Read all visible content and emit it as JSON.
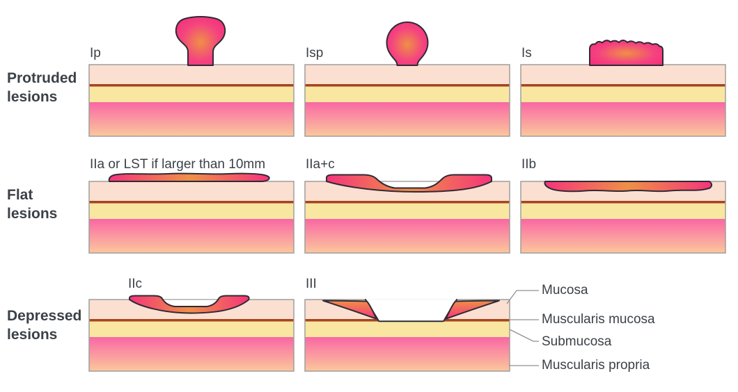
{
  "rows": [
    {
      "label": "Protruded lesions",
      "lines": [
        "Protruded",
        "lesions"
      ],
      "panels": [
        {
          "label": "Ip"
        },
        {
          "label": "Isp"
        },
        {
          "label": "Is"
        }
      ]
    },
    {
      "label": "Flat lesions",
      "lines": [
        "Flat",
        "lesions"
      ],
      "panels": [
        {
          "label": "IIa or LST if larger than 10mm"
        },
        {
          "label": "IIa+c"
        },
        {
          "label": "IIb"
        }
      ]
    },
    {
      "label": "Depressed lesions",
      "lines": [
        "Depressed",
        "lesions"
      ],
      "panels": [
        {
          "label": "IIc"
        },
        {
          "label": "III"
        }
      ]
    }
  ],
  "legend": {
    "items": [
      "Mucosa",
      "Muscularis mucosa",
      "Submucosa",
      "Muscularis propria"
    ]
  },
  "colors": {
    "mucosa": "#fbdfd0",
    "muscularis_mucosa": "#a8431f",
    "submucosa": "#f9e7a1",
    "muscularis_propria_top": "#f967a4",
    "muscularis_propria_bottom": "#fbc89c",
    "lesion_pink": "#f5357b",
    "lesion_orange": "#ef9046",
    "lesion_outline": "#2f2a36",
    "block_border": "#9e9e9e",
    "text": "#3b4147",
    "leader_line": "#909090",
    "background": "#ffffff"
  }
}
